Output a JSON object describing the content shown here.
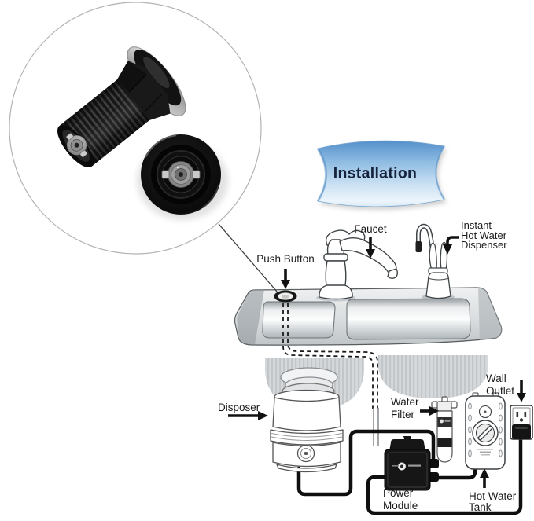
{
  "banner": {
    "label": "Installation"
  },
  "callouts": {
    "push_button": {
      "label": "Push Button"
    },
    "faucet": {
      "label": "Faucet"
    },
    "instant_hot_water_dispenser": {
      "line1": "Instant",
      "line2": "Hot Water",
      "line3": "Dispenser"
    },
    "disposer": {
      "label": "Disposer"
    },
    "water_filter": {
      "line1": "Water",
      "line2": "Filter"
    },
    "wall_outlet": {
      "line1": "Wall",
      "line2": "Outlet"
    },
    "power_module": {
      "line1": "Power",
      "line2": "Module"
    },
    "hot_water_tank": {
      "line1": "Hot Water",
      "line2": "Tank"
    }
  },
  "colors": {
    "banner_blue_top": "#3b7ec3",
    "banner_blue_mid": "#8fbce2",
    "banner_blue_light": "#e9f3fa",
    "banner_text": "#16233d",
    "label_text": "#1b1b1b",
    "line_art": "#3f4447",
    "cable_black": "#0f0f0f",
    "product_black": "#141414"
  }
}
